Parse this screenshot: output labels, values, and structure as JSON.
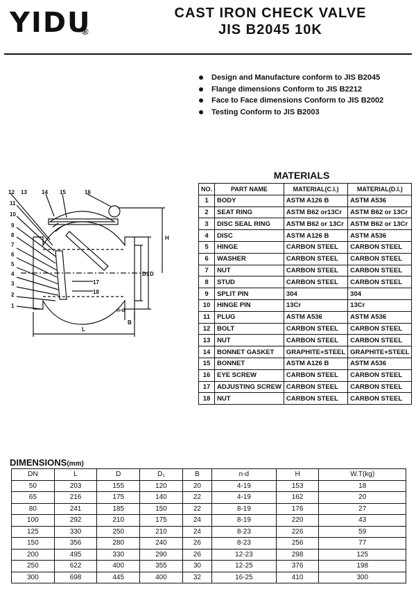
{
  "header": {
    "logo": "YIDU",
    "registered": "®",
    "title_line1": "CAST IRON CHECK VALVE",
    "title_line2": "JIS B2045 10K"
  },
  "specs": [
    "Design and Manufacture conform to JIS B2045",
    "Flange dimensions Conform to JIS B2212",
    "Face to Face dimensions Conform to JIS B2002",
    "Testing Conform to JIS B2003"
  ],
  "drawing": {
    "callouts": [
      "1",
      "2",
      "3",
      "4",
      "5",
      "6",
      "7",
      "8",
      "9",
      "10",
      "11",
      "12",
      "13",
      "14",
      "15",
      "16",
      "17",
      "18"
    ],
    "dim_labels": {
      "L": "L",
      "H": "H",
      "D": "D",
      "D1": "D1",
      "nd": "n-d",
      "B": "B"
    }
  },
  "materials": {
    "title": "MATERIALS",
    "headers": [
      "NO.",
      "PART NAME",
      "MATERIAL(C.I.)",
      "MATERIAL(D.I.)"
    ],
    "rows": [
      [
        "1",
        "BODY",
        "ASTM A126 B",
        "ASTM A536"
      ],
      [
        "2",
        "SEAT RING",
        "ASTM B62 or13Cr",
        "ASTM B62 or 13Cr"
      ],
      [
        "3",
        "DISC SEAL RING",
        "ASTM B62 or 13Cr",
        "ASTM B62 or 13Cr"
      ],
      [
        "4",
        "DISC",
        "ASTM A126 B",
        "ASTM A536"
      ],
      [
        "5",
        "HINGE",
        "CARBON STEEL",
        "CARBON STEEL"
      ],
      [
        "6",
        "WASHER",
        "CARBON STEEL",
        "CARBON STEEL"
      ],
      [
        "7",
        "NUT",
        "CARBON STEEL",
        "CARBON STEEL"
      ],
      [
        "8",
        "STUD",
        "CARBON STEEL",
        "CARBON STEEL"
      ],
      [
        "9",
        "SPLIT PIN",
        "304",
        "304"
      ],
      [
        "10",
        "HINGE PIN",
        "13Cr",
        "13Cr"
      ],
      [
        "11",
        "PLUG",
        "ASTM A536",
        "ASTM A536"
      ],
      [
        "12",
        "BOLT",
        "CARBON STEEL",
        "CARBON STEEL"
      ],
      [
        "13",
        "NUT",
        "CARBON STEEL",
        "CARBON STEEL"
      ],
      [
        "14",
        "BONNET GASKET",
        "GRAPHITE+STEEL",
        "GRAPHITE+STEEL"
      ],
      [
        "15",
        "BONNET",
        "ASTM A126 B",
        "ASTM A536"
      ],
      [
        "16",
        "EYE SCREW",
        "CARBON STEEL",
        "CARBON STEEL"
      ],
      [
        "17",
        "ADJUSTING SCREW",
        "CARBON STEEL",
        "CARBON STEEL"
      ],
      [
        "18",
        "NUT",
        "CARBON STEEL",
        "CARBON STEEL"
      ]
    ]
  },
  "dimensions": {
    "title": "DIMENSIONS",
    "unit": "(mm)",
    "headers": [
      "DN",
      "L",
      "D",
      "D₁",
      "B",
      "n-d",
      "H",
      "W.T(kg)"
    ],
    "rows": [
      [
        "50",
        "203",
        "155",
        "120",
        "20",
        "4-19",
        "153",
        "18"
      ],
      [
        "65",
        "216",
        "175",
        "140",
        "22",
        "4-19",
        "162",
        "20"
      ],
      [
        "80",
        "241",
        "185",
        "150",
        "22",
        "8-19",
        "176",
        "27"
      ],
      [
        "100",
        "292",
        "210",
        "175",
        "24",
        "8-19",
        "220",
        "43"
      ],
      [
        "125",
        "330",
        "250",
        "210",
        "24",
        "8-23",
        "226",
        "59"
      ],
      [
        "150",
        "356",
        "280",
        "240",
        "26",
        "8-23",
        "256",
        "77"
      ],
      [
        "200",
        "495",
        "330",
        "290",
        "26",
        "12-23",
        "298",
        "125"
      ],
      [
        "250",
        "622",
        "400",
        "355",
        "30",
        "12-25",
        "376",
        "198"
      ],
      [
        "300",
        "698",
        "445",
        "400",
        "32",
        "16-25",
        "410",
        "300"
      ]
    ]
  }
}
